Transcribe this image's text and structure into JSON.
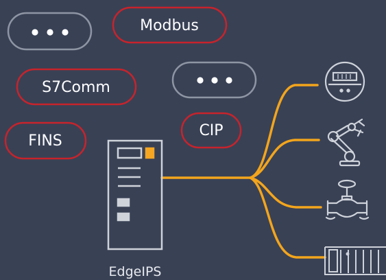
{
  "colors": {
    "background": "#394155",
    "protocol_border": "#c8232b",
    "more_border": "#8e95a3",
    "line": "#f3a51c",
    "device_outline": "#cfd3da",
    "device_accent": "#f5a623"
  },
  "protocols": [
    {
      "id": "more-top-left",
      "label": "•••",
      "style": "more"
    },
    {
      "id": "modbus",
      "label": "Modbus",
      "style": "protocol"
    },
    {
      "id": "s7comm",
      "label": "S7Comm",
      "style": "protocol"
    },
    {
      "id": "more-middle",
      "label": "•••",
      "style": "more"
    },
    {
      "id": "cip",
      "label": "CIP",
      "style": "protocol"
    },
    {
      "id": "fins",
      "label": "FINS",
      "style": "protocol"
    }
  ],
  "device": {
    "label": "EdgeIPS",
    "icon": "server-appliance-icon"
  },
  "endpoints": [
    {
      "id": "meter",
      "icon": "power-meter-icon"
    },
    {
      "id": "robot",
      "icon": "robot-arm-icon"
    },
    {
      "id": "valve",
      "icon": "valve-icon"
    },
    {
      "id": "plc",
      "icon": "plc-rack-icon"
    }
  ]
}
